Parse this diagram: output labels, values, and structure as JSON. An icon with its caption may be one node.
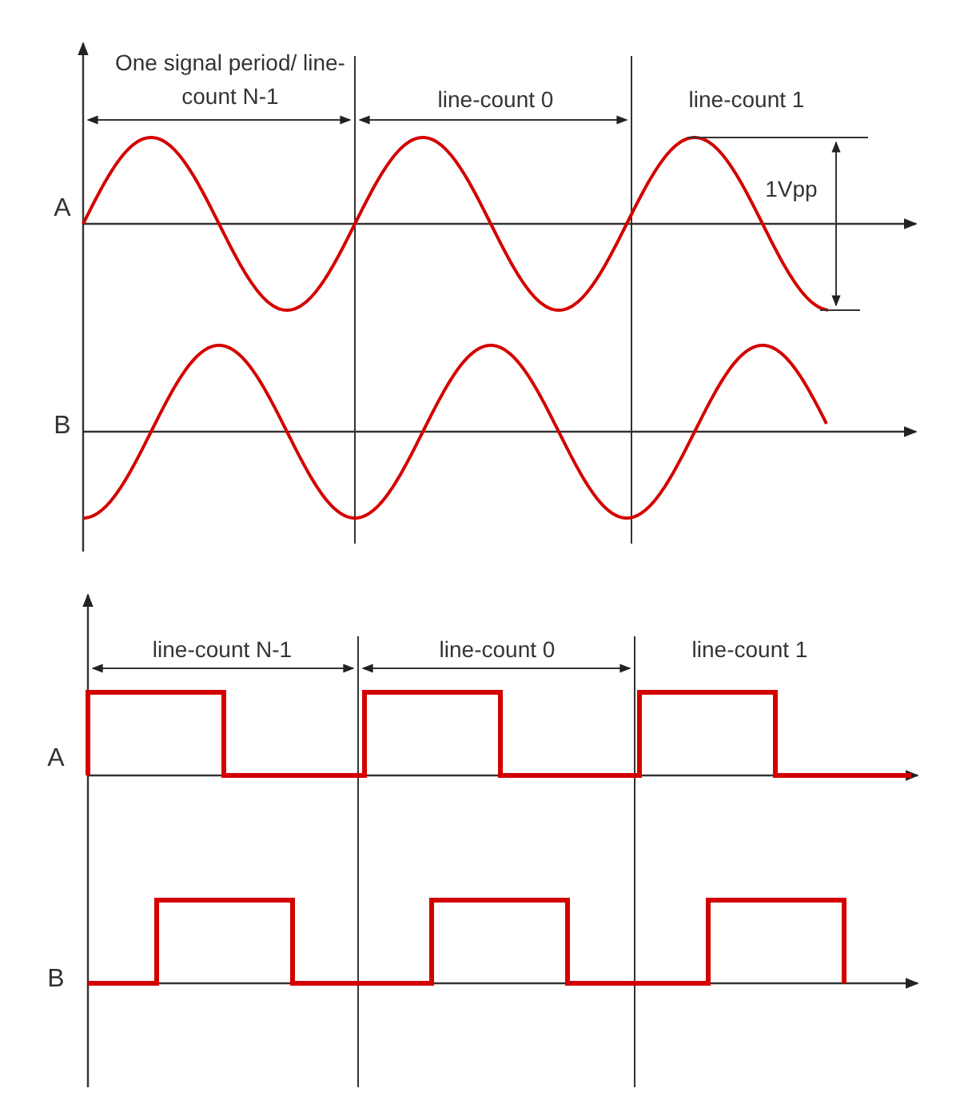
{
  "diagram": {
    "labels": [
      "One signal period/ line-count N-1",
      "line-count 0",
      "line-count 1",
      "A",
      "1Vpp",
      "B",
      "line-count N-1",
      "line-count 0",
      "line-count 1",
      "A",
      "B"
    ]
  }
}
